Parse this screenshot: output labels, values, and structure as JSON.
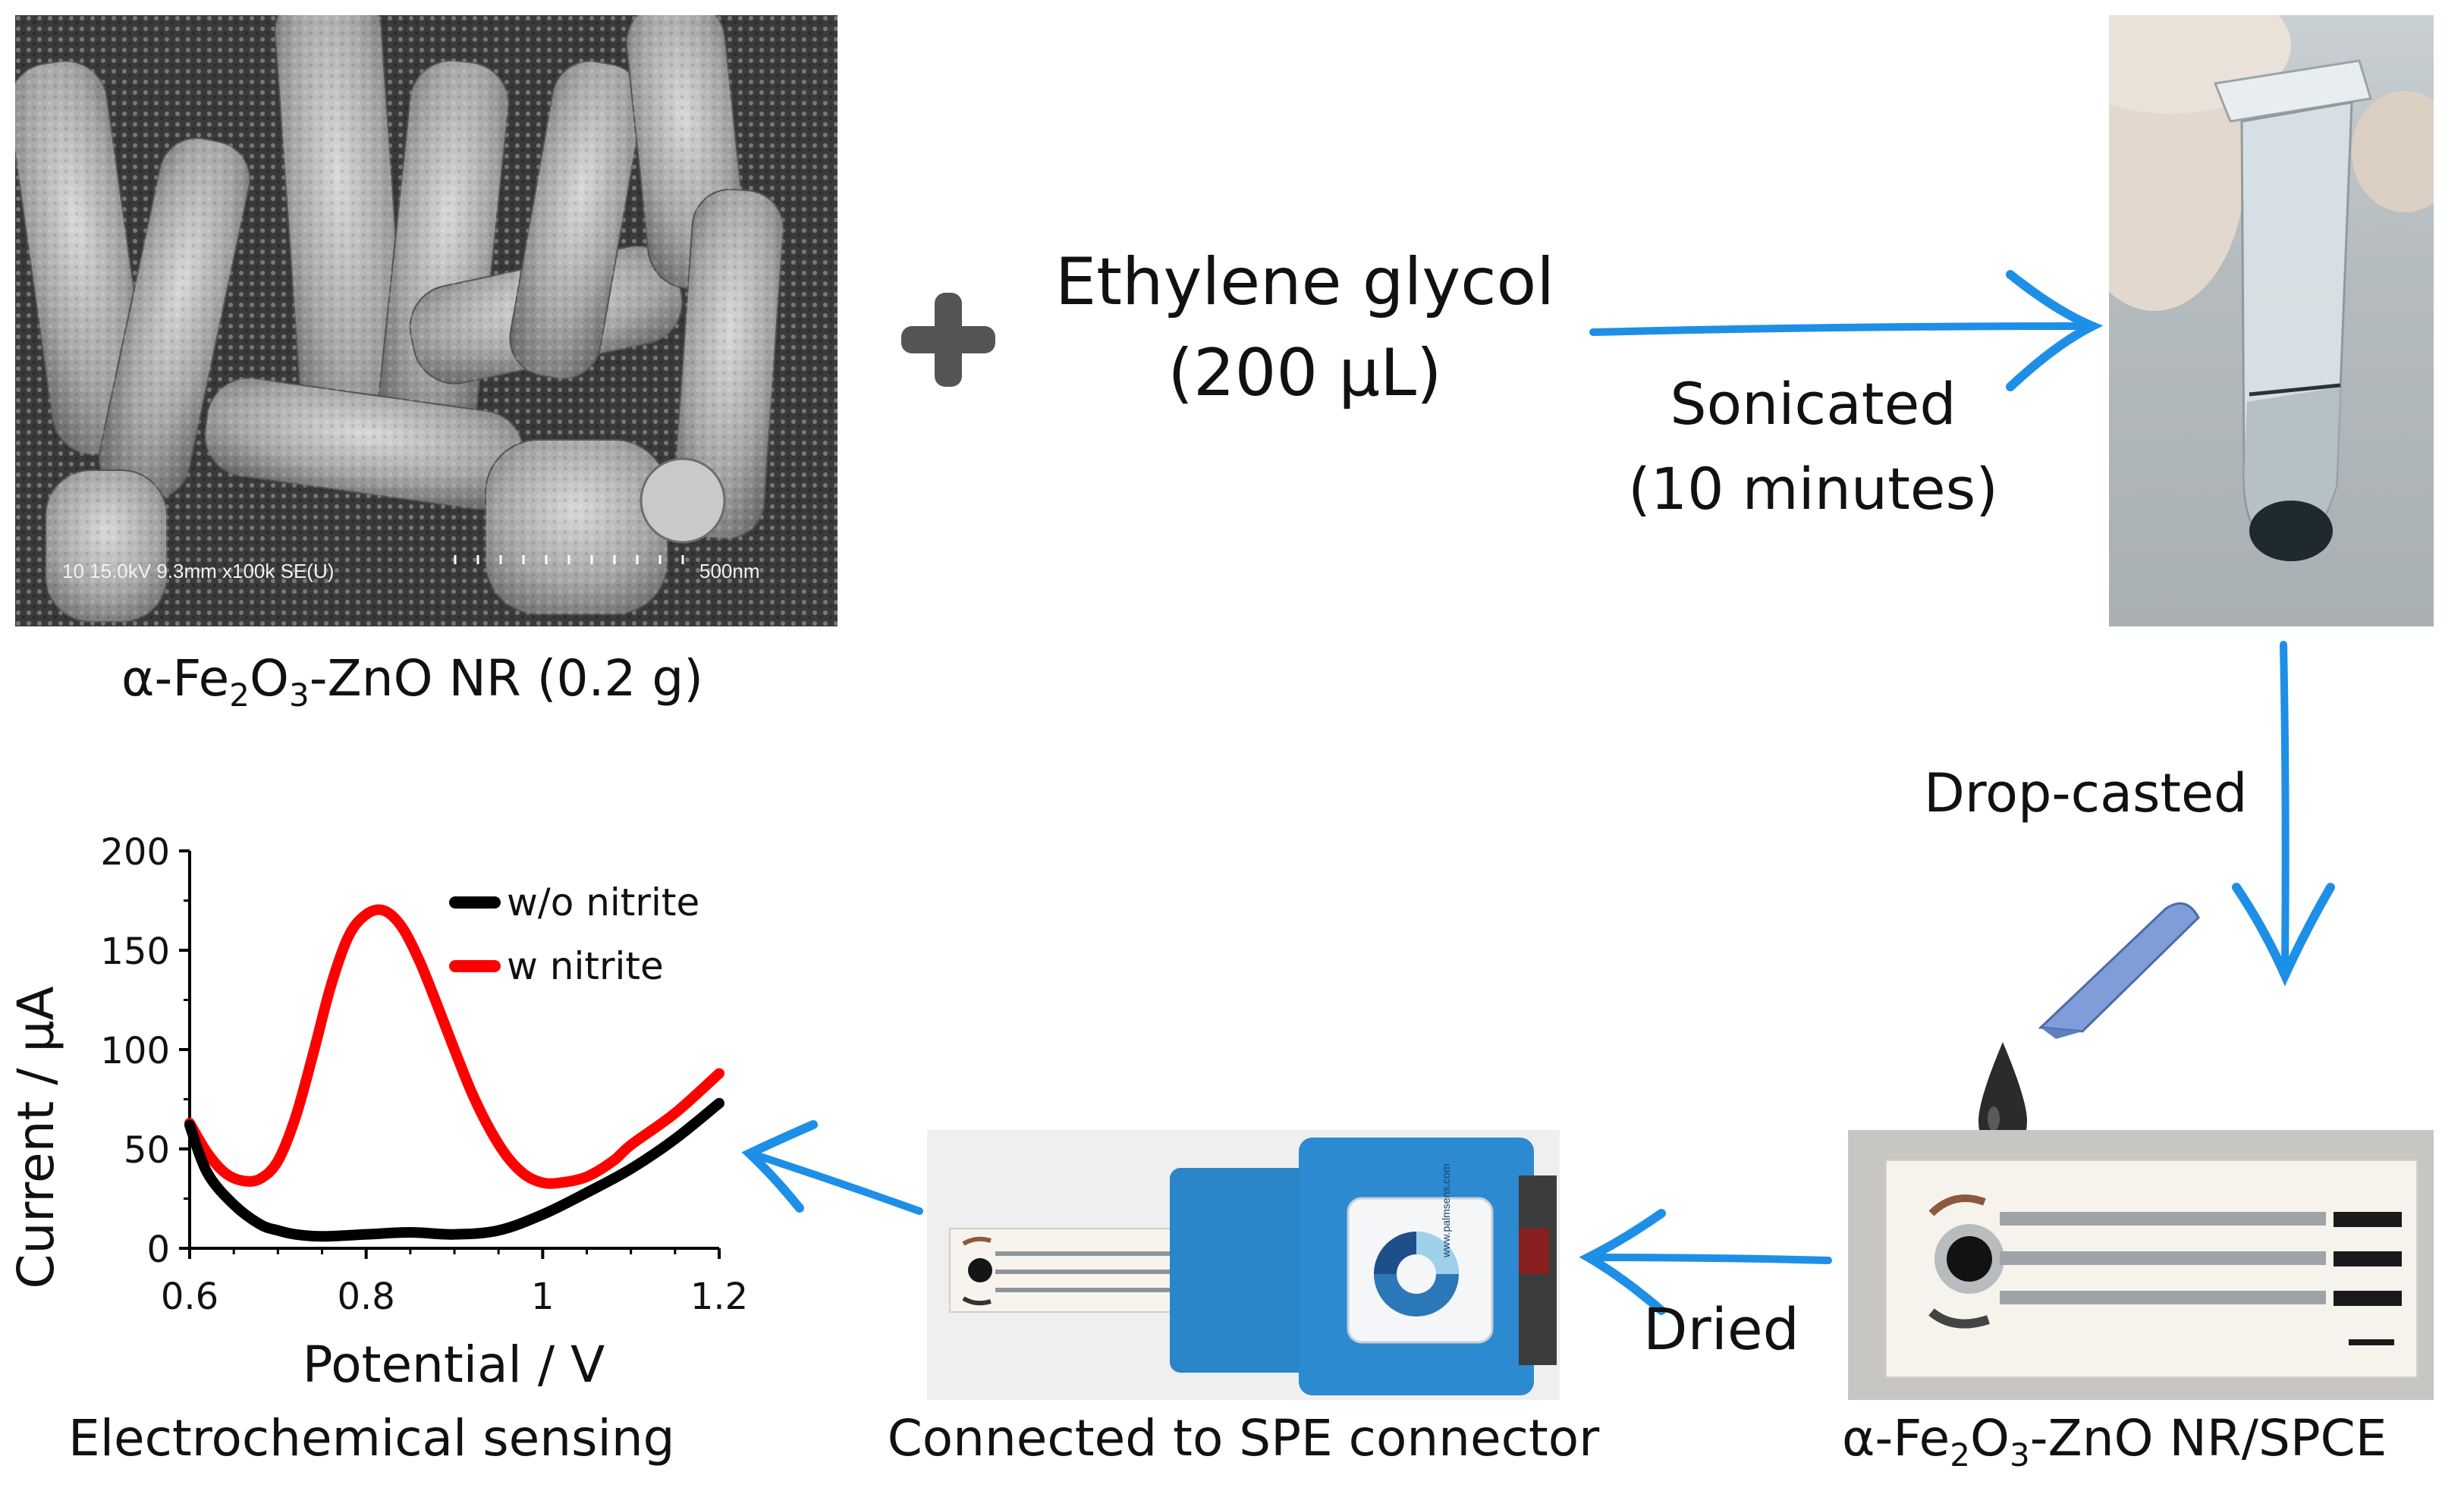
{
  "sem": {
    "info": "10 15.0kV 9.3mm x100k SE(U)",
    "scale": "500nm",
    "caption_prefix": "α-Fe",
    "caption_sub1": "2",
    "caption_mid": "O",
    "caption_sub2": "3",
    "caption_suffix": "-ZnO NR (0.2 g)"
  },
  "plus_symbol": "+",
  "reagent": {
    "name": "Ethylene glycol",
    "amount": "(200 µL)"
  },
  "steps": {
    "sonicated": "Sonicated",
    "sonicated_time": "(10 minutes)",
    "drop_casted": "Drop-casted",
    "dried": "Dried"
  },
  "electrode_caption": {
    "prefix": "α-Fe",
    "sub1": "2",
    "mid": "O",
    "sub2": "3",
    "suffix": "-ZnO NR/SPCE"
  },
  "connector_caption": "Connected to SPE connector",
  "connector_brand": "www.palmsens.com",
  "sensing_caption": "Electrochemical sensing",
  "colors": {
    "arrow": "#1e8fe6",
    "plus": "#555555",
    "series_without": "#000000",
    "series_with": "#ff0000",
    "connector": "#2a86c8"
  },
  "chart_data": {
    "type": "line",
    "xlabel": "Potential / V",
    "ylabel": "Current / µA",
    "xlim": [
      0.6,
      1.2
    ],
    "ylim": [
      0,
      200
    ],
    "xticks": [
      0.6,
      0.8,
      1,
      1.2
    ],
    "yticks": [
      0,
      50,
      100,
      150,
      200
    ],
    "grid": false,
    "legend_position": "top-right",
    "series": [
      {
        "name": "w/o nitrite",
        "color": "#000000",
        "x": [
          0.6,
          0.62,
          0.65,
          0.68,
          0.7,
          0.72,
          0.75,
          0.8,
          0.85,
          0.9,
          0.95,
          1.0,
          1.05,
          1.1,
          1.15,
          1.2
        ],
        "y": [
          62,
          38,
          22,
          12,
          9,
          7,
          6,
          7,
          8,
          7,
          9,
          17,
          28,
          40,
          55,
          73
        ]
      },
      {
        "name": "w nitrite",
        "color": "#ff0000",
        "x": [
          0.6,
          0.62,
          0.64,
          0.66,
          0.68,
          0.7,
          0.72,
          0.74,
          0.76,
          0.78,
          0.8,
          0.82,
          0.84,
          0.86,
          0.88,
          0.9,
          0.92,
          0.94,
          0.96,
          0.98,
          1.0,
          1.02,
          1.05,
          1.08,
          1.1,
          1.15,
          1.2
        ],
        "y": [
          63,
          48,
          38,
          34,
          35,
          44,
          66,
          98,
          132,
          157,
          168,
          170,
          162,
          145,
          123,
          100,
          78,
          60,
          46,
          37,
          33,
          33,
          36,
          44,
          52,
          68,
          88
        ]
      }
    ]
  }
}
